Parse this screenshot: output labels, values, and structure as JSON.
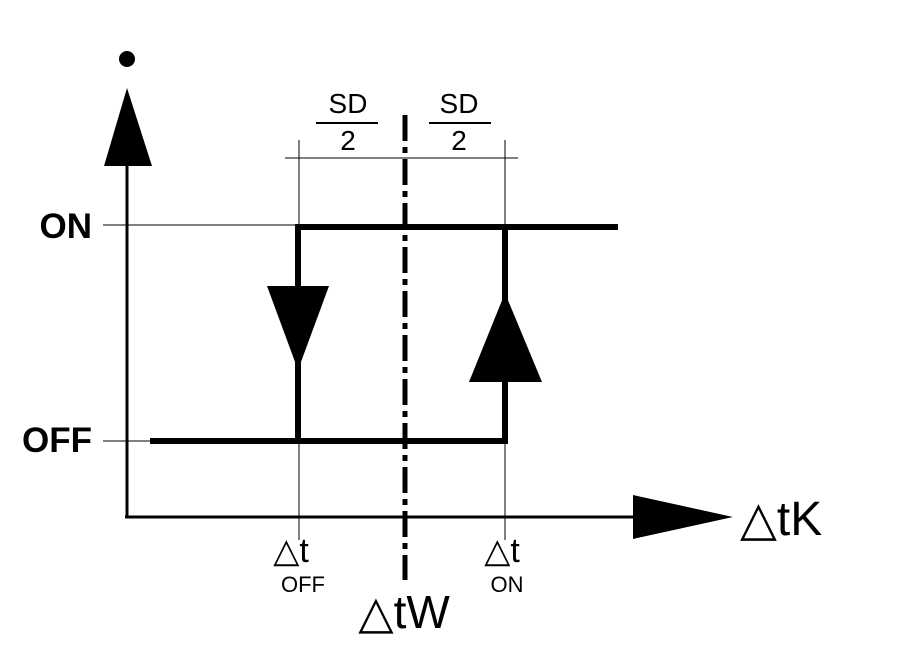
{
  "y_axis": {
    "label_on": "ON",
    "label_off": "OFF"
  },
  "x_axis": {
    "label": "△tK"
  },
  "setpoint": {
    "label": "△tW"
  },
  "thresholds": {
    "off": {
      "symbol": "△t",
      "subscript": "OFF"
    },
    "on": {
      "symbol": "△t",
      "subscript": "ON"
    }
  },
  "half_band_left": {
    "numerator": "SD",
    "denominator": "2"
  },
  "half_band_right": {
    "numerator": "SD",
    "denominator": "2"
  },
  "colors": {
    "ink": "#000000",
    "background": "#ffffff"
  }
}
